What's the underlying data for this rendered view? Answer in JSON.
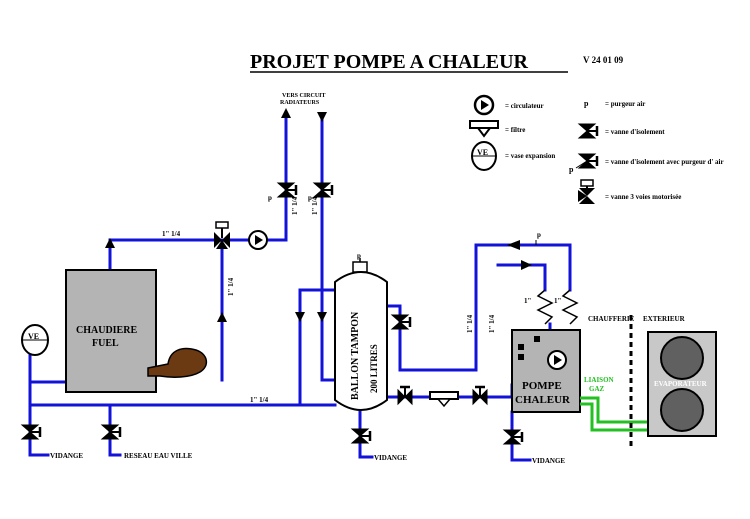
{
  "title": "PROJET POMPE A CHALEUR",
  "version": "V 24 01 09",
  "colors": {
    "pipe": "#1212d8",
    "gas": "#22c022",
    "boiler": "#b4b4b4",
    "burner": "#6b3a12"
  },
  "legend": {
    "circulateur": "= circulateur",
    "filtre": "= filtre",
    "vase": "= vase expansion",
    "purgeur": "= purgeur air",
    "purgeur_symbol": "p",
    "vanne_isolement": "= vanne d'isolement",
    "vanne_purgeur": "= vanne d'isolement  avec purgeur  d' air",
    "vanne_purgeur_symbol": "p",
    "vanne_3voies": "= vanne 3 voies motorisée"
  },
  "labels": {
    "radiateurs_1": "VERS CIRCUIT",
    "radiateurs_2": "RADIATEURS",
    "chaudiere_1": "CHAUDIERE",
    "chaudiere_2": "FUEL",
    "ballon_1": "BALLON TAMPON",
    "ballon_2": "200 LITRES",
    "pac_1": "POMPE",
    "pac_2": "CHALEUR",
    "chaufferie": "CHAUFFERIE",
    "exterieur": "EXTERIEUR",
    "evaporateur": "EVAPORATEUR",
    "liaison_1": "LIAISON",
    "liaison_2": "GAZ",
    "vidange_1": "VIDANGE",
    "vidange_2": "VIDANGE",
    "vidange_3": "VIDANGE",
    "reseau": "RESEAU EAU VILLE",
    "ve_symbol": "VE",
    "purge_1": "p",
    "purge_2": "p",
    "purge_3": "p",
    "purge_4": "p"
  },
  "pipe_sizes": {
    "s1": "1\" 1/4",
    "s2": "1\" 1/4",
    "s3": "1\" 1/4",
    "s4": "1\" 1/4",
    "s5": "1\" 1/4",
    "s6": "1\" 1/4",
    "s7": "1\" 1/4",
    "s8": "1\"",
    "s9": "1\""
  }
}
